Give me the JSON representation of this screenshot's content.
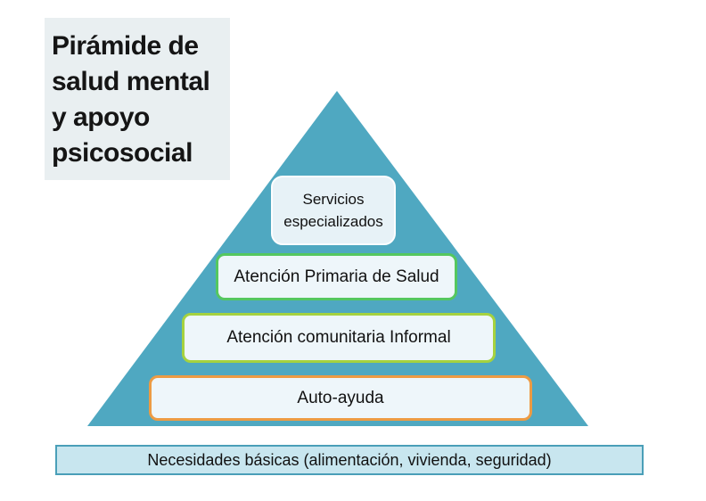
{
  "title": {
    "full": "Pirámide de salud mental y apoyo psicosocial",
    "lines": [
      "Pirámide de",
      "salud mental",
      "y apoyo",
      "psicosocial"
    ],
    "background": "#e9eff1",
    "text_color": "#151515"
  },
  "pyramid": {
    "triangle_color": "#4fa8c1",
    "levels": [
      {
        "label": "Servicios especializados",
        "border_color": "#fbfdfe",
        "fill": "#e7f2f7"
      },
      {
        "label": "Atención Primaria de Salud",
        "border_color": "#55c75f",
        "fill": "#eef6fa"
      },
      {
        "label": "Atención comunitaria Informal",
        "border_color": "#a5d23f",
        "fill": "#eef6fa"
      },
      {
        "label": "Auto-ayuda",
        "border_color": "#ed9b43",
        "fill": "#eef6fa"
      }
    ]
  },
  "base_bar": {
    "label": "Necesidades básicas (alimentación, vivienda, seguridad)",
    "fill": "#c8e6ef",
    "border_color": "#4a9fb8"
  }
}
